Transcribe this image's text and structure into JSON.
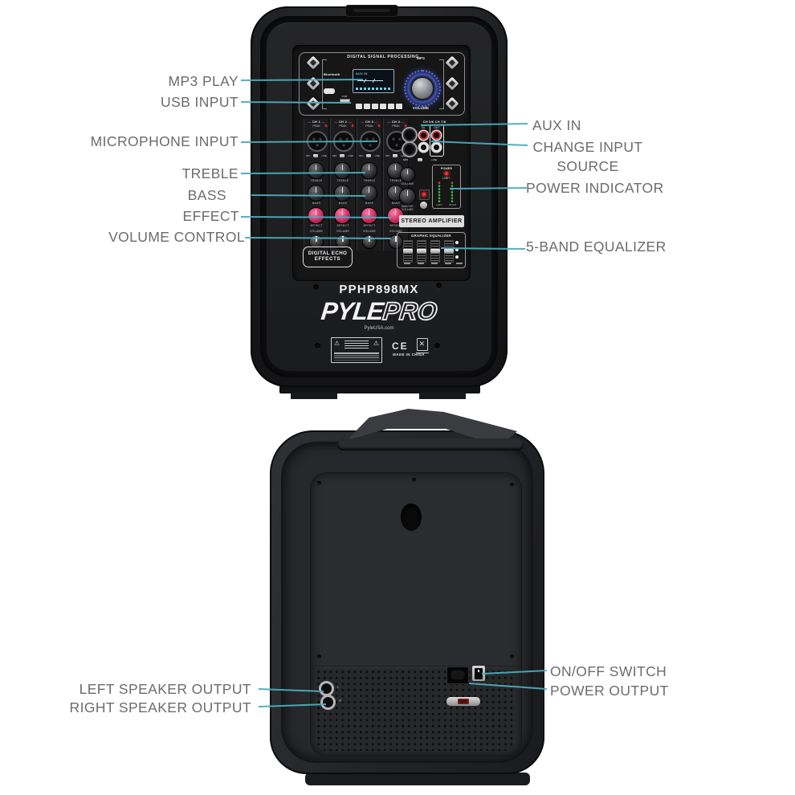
{
  "callouts": {
    "mp3_play": "MP3 PLAY",
    "usb_input": "USB INPUT",
    "microphone_input": "MICROPHONE INPUT",
    "treble": "TREBLE",
    "bass": "BASS",
    "effect": "EFFECT",
    "volume_control": "VOLUME CONTROL",
    "aux_in": "AUX IN",
    "change_input_source": "CHANGE INPUT SOURCE",
    "power_indicator": "POWER INDICATOR",
    "five_band_equalizer": "5-BAND EQUALIZER",
    "left_speaker_output": "LEFT SPEAKER OUTPUT",
    "right_speaker_output": "RIGHT SPEAKER OUTPUT",
    "on_off_switch": "ON/OFF SWITCH",
    "power_output": "POWER OUTPUT"
  },
  "front_panel": {
    "dsp_title": "DIGITAL SIGNAL PROCESSING",
    "bluetooth": "Bluetooth",
    "usb": "USB",
    "display_text": "AUX IN",
    "mp3": "MP3",
    "volume": "VOLUME",
    "channels": [
      "CH 1",
      "CH 2",
      "CH 3",
      "CH 4"
    ],
    "stereo_channels": "CH 5/6  CH 7/8",
    "peak": "PEAK",
    "mic": "MIC",
    "line": "LINE",
    "treble": "TREBLE",
    "bass": "BASS",
    "effect": "EFFECT",
    "channel_volume": "VOLUME",
    "in": "IN",
    "out": "OUT",
    "mp3_switch": "MP3",
    "line_switch": "LINE",
    "master_volume": "MASTER VOLUME",
    "power": "POWER",
    "limit": "LIMIT",
    "left": "LEFT",
    "right": "RIGHT",
    "digital_echo_line1": "DIGITAL ECHO",
    "digital_echo_line2": "EFFECTS",
    "stereo_amplifier": "STEREO AMPLIFIER",
    "graphic_equalizer": "GRAPHIC EQUALIZER",
    "model": "PPHP898MX",
    "brand_pyle": "PYLE",
    "brand_pro": "PRO",
    "website": "PyleUSA.com",
    "ce_mark": "CE",
    "made_in": "MADE IN CHINA"
  },
  "rear_panel": {
    "left_jack": "L",
    "right_jack": "R"
  },
  "colors": {
    "callout_line": "#4bacbe",
    "label_text": "#6a6c6e",
    "knob_glow": "#3c5bff",
    "led_green": "#37c837",
    "led_red": "#e42727",
    "effect_knob": "#cf2a5e"
  }
}
